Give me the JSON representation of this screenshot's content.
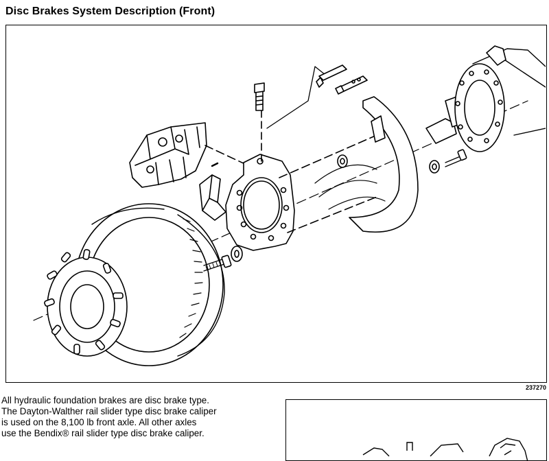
{
  "document": {
    "title": "Disc Brakes System Description (Front)",
    "figure_number": "237270",
    "paragraph": "All hydraulic foundation brakes are disc brake type. The Dayton-Walther rail slider type disc brake caliper is used on the 8,100 lb front axle. All other axles use the Bendix® rail slider type disc brake caliper.",
    "paragraph_lines": [
      "All hydraulic foundation brakes are disc brake type.",
      "The Dayton-Walther rail slider type disc brake caliper",
      "is used on the 8,100 lb front axle. All other axles",
      "use the Bendix® rail slider type disc brake caliper."
    ]
  }
}
